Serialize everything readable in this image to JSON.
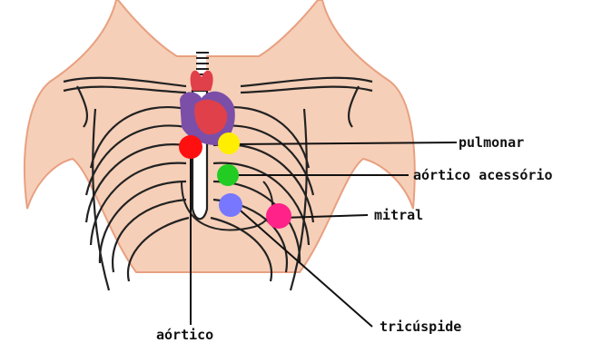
{
  "labels": {
    "pulmonar": "pulmonar",
    "aortico_acessorio": "aórtico acessório",
    "mitral": "mitral",
    "tricuspide": "tricúspide",
    "aortico": "aórtico"
  },
  "colors": {
    "aortic_point": "#ff1010",
    "pulmonary_point": "#ffee00",
    "accessory_aortic_point": "#22cc22",
    "tricuspid_point": "#7777ff",
    "mitral_point": "#ff2288",
    "skin": "#f6cfb8",
    "skin_outline": "#e8a080",
    "heart_red": "#e0404a",
    "heart_purple": "#7b4fa8",
    "line": "#111111"
  },
  "icons": {
    "torso": "torso-silhouette-icon",
    "ribcage": "ribcage-icon",
    "heart": "heart-icon"
  }
}
